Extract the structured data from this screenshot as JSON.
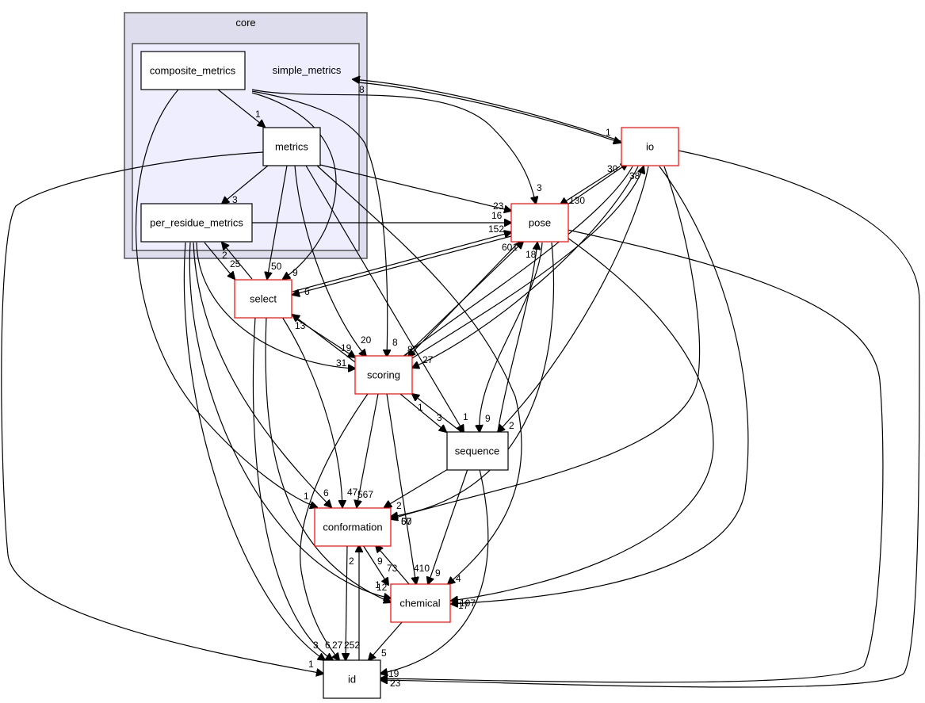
{
  "diagram": {
    "type": "directory-dependency-graph",
    "clusters": [
      {
        "id": "core",
        "label": "core"
      },
      {
        "id": "simple_metrics",
        "label": "simple_metrics"
      }
    ],
    "nodes": [
      {
        "id": "composite_metrics",
        "label": "composite_metrics",
        "border": "#000000"
      },
      {
        "id": "metrics",
        "label": "metrics",
        "border": "#000000"
      },
      {
        "id": "per_residue_metrics",
        "label": "per_residue_metrics",
        "border": "#000000"
      },
      {
        "id": "io",
        "label": "io",
        "border": "#ff0000"
      },
      {
        "id": "pose",
        "label": "pose",
        "border": "#ff0000"
      },
      {
        "id": "select",
        "label": "select",
        "border": "#ff0000"
      },
      {
        "id": "scoring",
        "label": "scoring",
        "border": "#ff0000"
      },
      {
        "id": "sequence",
        "label": "sequence",
        "border": "#000000"
      },
      {
        "id": "conformation",
        "label": "conformation",
        "border": "#ff0000"
      },
      {
        "id": "chemical",
        "label": "chemical",
        "border": "#ff0000"
      },
      {
        "id": "id",
        "label": "id",
        "border": "#000000"
      }
    ],
    "edge_labels": {
      "simple_metrics_io": "8",
      "io_simple_metrics": "1",
      "composite_metrics_metrics": "1",
      "metrics_per_residue_metrics": "3",
      "simple_metrics_pose": "3",
      "metrics_pose": "23",
      "per_residue_metrics_pose": "16",
      "select_pose": "152",
      "scoring_pose": "601",
      "sequence_pose": "18",
      "pose_io": "30",
      "io_pose": "130",
      "scoring_io": "38",
      "per_residue_metrics_select": "25",
      "select_per_residue_metrics": "2",
      "metrics_select": "50",
      "composite_metrics_select": "9",
      "pose_select": "6",
      "scoring_select": "13",
      "select_scoring": "19",
      "per_residue_metrics_scoring": "31",
      "metrics_scoring": "20",
      "composite_metrics_scoring": "8",
      "pose_scoring": "87",
      "io_scoring": "27",
      "scoring_sequence": "3",
      "sequence_scoring": "1",
      "metrics_sequence": "1",
      "pose_sequence": "9",
      "io_sequence": "2",
      "composite_metrics_conformation": "1",
      "per_residue_metrics_conformation": "6",
      "select_conformation": "47",
      "scoring_conformation": "567",
      "sequence_conformation": "2",
      "pose_conformation": "60",
      "io_conformation": "57",
      "chemical_conformation": "73",
      "conformation_chemical": "9",
      "id_conformation": "2",
      "per_residue_metrics_chemical": "12",
      "select_chemical": "1",
      "scoring_chemical": "410",
      "sequence_chemical": "9",
      "metrics_chemical": "4",
      "pose_chemical": "107",
      "io_chemical": "17",
      "metrics_id": "1",
      "per_residue_metrics_id": "3",
      "select_id": "6",
      "scoring_id": "27",
      "conformation_id": "252",
      "chemical_id": "5",
      "sequence_id": "19",
      "pose_id": "2",
      "io_id": "23"
    }
  }
}
